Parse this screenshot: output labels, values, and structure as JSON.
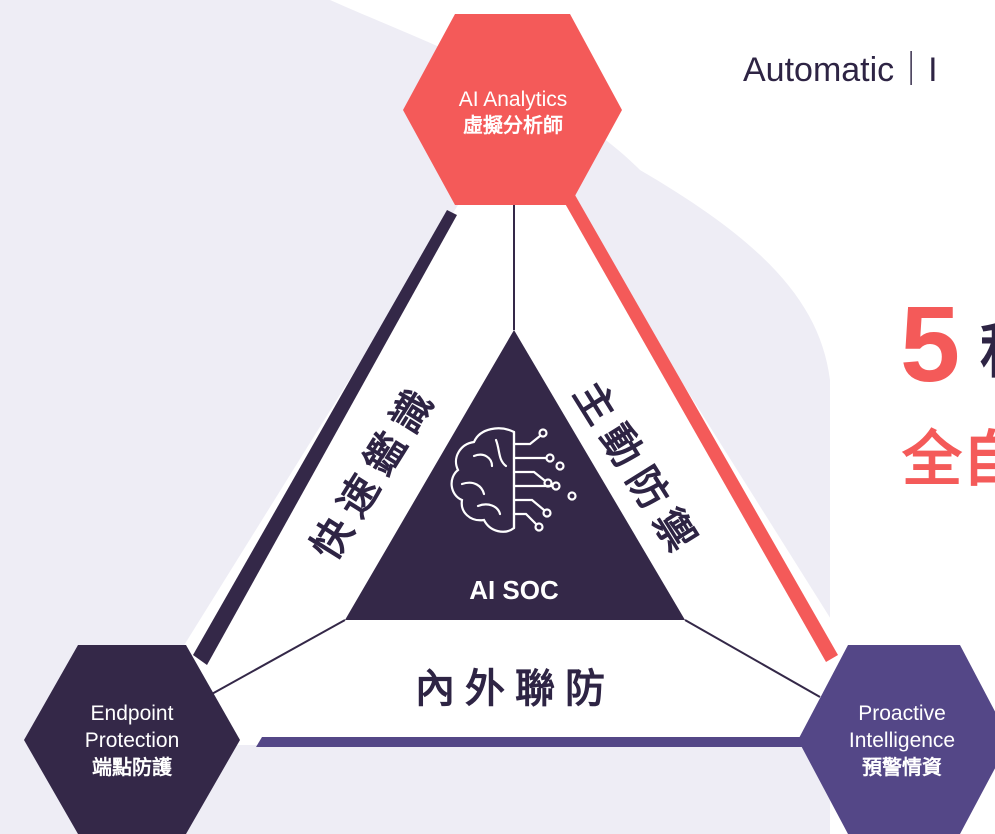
{
  "header": {
    "tagline": "Automatic｜I",
    "big_number": "5",
    "big_number_tail": "種",
    "subheading": "全自"
  },
  "nodes": {
    "top": {
      "en": "AI Analytics",
      "zh": "虛擬分析師"
    },
    "left": {
      "en_1": "Endpoint",
      "en_2": "Protection",
      "zh": "端點防護"
    },
    "right": {
      "en_1": "Proactive",
      "en_2": "Intelligence",
      "zh": "預警情資"
    }
  },
  "center": {
    "label": "AI SOC",
    "icon": "brain-circuit-icon"
  },
  "edges": {
    "left": "快速鑑識",
    "right": "主動防禦",
    "bottom": "內外聯防"
  },
  "colors": {
    "coral": "#f45a59",
    "dark_purple": "#342848",
    "violet": "#544787",
    "background_shape": "#eeedf5"
  }
}
